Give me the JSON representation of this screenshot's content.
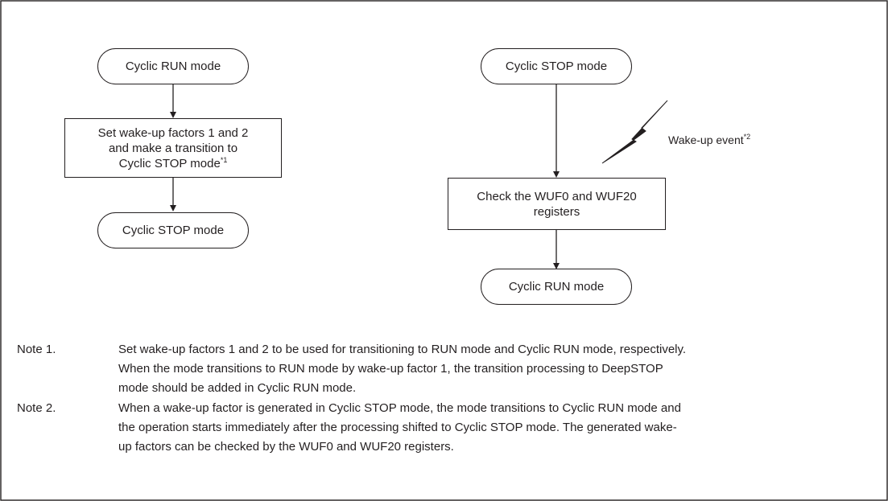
{
  "left_flow": {
    "start": "Cyclic RUN mode",
    "process_lines": [
      "Set wake-up factors 1 and 2",
      "and make a transition to",
      "Cyclic STOP mode"
    ],
    "process_superscript": "*1",
    "end": "Cyclic STOP mode"
  },
  "right_flow": {
    "start": "Cyclic STOP mode",
    "event_label": "Wake-up event",
    "event_superscript": "*2",
    "process_lines": [
      "Check the WUF0 and WUF20",
      "registers"
    ],
    "end": "Cyclic RUN mode"
  },
  "notes": [
    {
      "label": "Note 1.",
      "lines": [
        "Set wake-up factors 1 and 2 to be used for transitioning to RUN mode and Cyclic RUN mode, respectively.",
        "When the mode transitions to RUN mode by wake-up factor 1, the transition processing to DeepSTOP",
        "mode should be added in Cyclic RUN mode."
      ]
    },
    {
      "label": "Note 2.",
      "lines": [
        "When a wake-up factor is generated in Cyclic STOP mode, the mode transitions to Cyclic RUN mode and",
        "the operation starts immediately after the processing shifted to Cyclic STOP mode. The generated wake-",
        "up factors can be checked by the WUF0 and WUF20 registers."
      ]
    }
  ],
  "colors": {
    "stroke": "#231f20",
    "background": "#ffffff"
  }
}
